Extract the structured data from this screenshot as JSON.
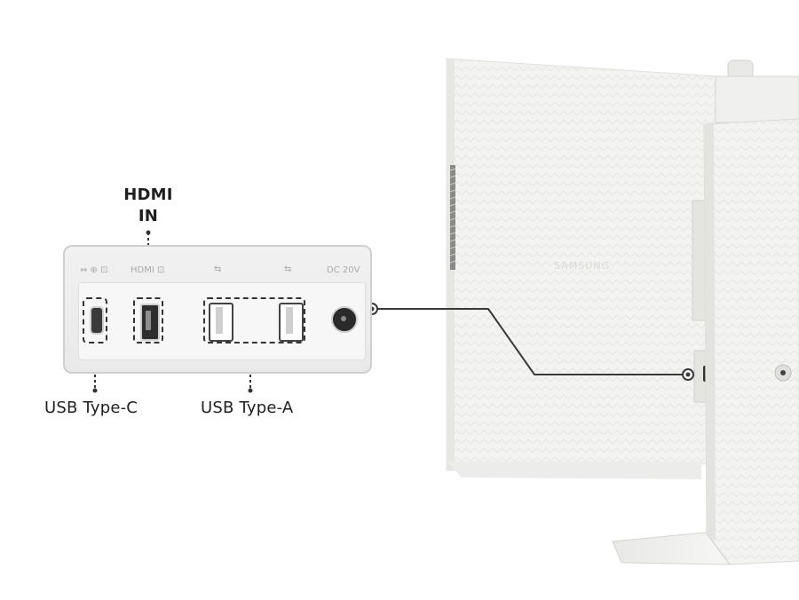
{
  "labels": {
    "hdmi_line1": "HDMI",
    "hdmi_line2": "IN",
    "usb_c": "USB Type-C",
    "usb_a": "USB Type-A"
  },
  "panel_silkscreen": {
    "usbc": "⇔ ⊕ ⊡",
    "hdmi": "HDMI ⊡",
    "usb1": "⇆",
    "usb2": "⇆",
    "dc": "DC 20V"
  },
  "monitor_brand": "SAMSUNG",
  "colors": {
    "panel": "#ececec",
    "monitor_body": "#f2f2f0",
    "line": "#3a3a3a"
  }
}
